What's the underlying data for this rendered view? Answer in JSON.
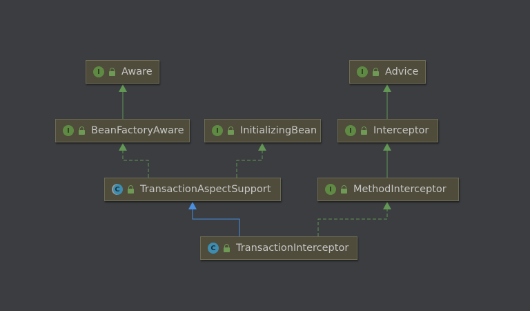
{
  "diagram": {
    "nodes": [
      {
        "id": "aware",
        "label": "Aware",
        "kind": "interface",
        "badge": "I"
      },
      {
        "id": "advice",
        "label": "Advice",
        "kind": "interface",
        "badge": "I"
      },
      {
        "id": "beanfactoryaware",
        "label": "BeanFactoryAware",
        "kind": "interface",
        "badge": "I"
      },
      {
        "id": "initializingbean",
        "label": "InitializingBean",
        "kind": "interface",
        "badge": "I"
      },
      {
        "id": "interceptor",
        "label": "Interceptor",
        "kind": "interface",
        "badge": "I"
      },
      {
        "id": "transactionaspectsupport",
        "label": "TransactionAspectSupport",
        "kind": "abstract-class",
        "badge": "C"
      },
      {
        "id": "methodinterceptor",
        "label": "MethodInterceptor",
        "kind": "interface",
        "badge": "I"
      },
      {
        "id": "transactioninterceptor",
        "label": "TransactionInterceptor",
        "kind": "class",
        "badge": "C"
      }
    ],
    "edges": [
      {
        "from": "beanfactoryaware",
        "to": "aware",
        "type": "extends-interface"
      },
      {
        "from": "interceptor",
        "to": "advice",
        "type": "extends-interface"
      },
      {
        "from": "methodinterceptor",
        "to": "interceptor",
        "type": "extends-interface"
      },
      {
        "from": "transactionaspectsupport",
        "to": "beanfactoryaware",
        "type": "implements"
      },
      {
        "from": "transactionaspectsupport",
        "to": "initializingbean",
        "type": "implements"
      },
      {
        "from": "transactioninterceptor",
        "to": "transactionaspectsupport",
        "type": "extends-class"
      },
      {
        "from": "transactioninterceptor",
        "to": "methodinterceptor",
        "type": "implements"
      }
    ],
    "colors": {
      "background": "#3b3d40",
      "node_fill": "#4f4c3b",
      "interface_badge": "#5f8a44",
      "class_badge": "#3e8db0",
      "interface_edge": "#629755",
      "class_edge": "#4a8fe0"
    }
  }
}
